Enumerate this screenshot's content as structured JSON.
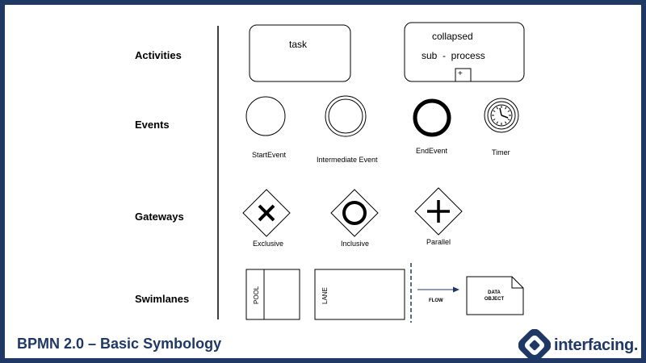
{
  "rows": {
    "activities": "Activities",
    "events": "Events",
    "gateways": "Gateways",
    "swimlanes": "Swimlanes"
  },
  "activities": {
    "task": "task",
    "collapsed_line1": "collapsed",
    "collapsed_line2": "sub  -  process",
    "marker": "+"
  },
  "events": {
    "start": "StartEvent",
    "intermediate": "Intermediate Event",
    "end": "EndEvent",
    "timer": "Timer"
  },
  "gateways": {
    "exclusive": "Exclusive",
    "inclusive": "Inclusive",
    "parallel": "Parallel"
  },
  "swimlanes": {
    "pool": "POOL",
    "lane": "LANE",
    "flow": "FLOW",
    "data_line1": "DATA",
    "data_line2": "OBJECT"
  },
  "footer": {
    "title": "BPMN 2.0 – Basic Symbology",
    "logo_text": "interfacing."
  },
  "colors": {
    "frame": "#1f3864",
    "stroke": "#000000"
  }
}
